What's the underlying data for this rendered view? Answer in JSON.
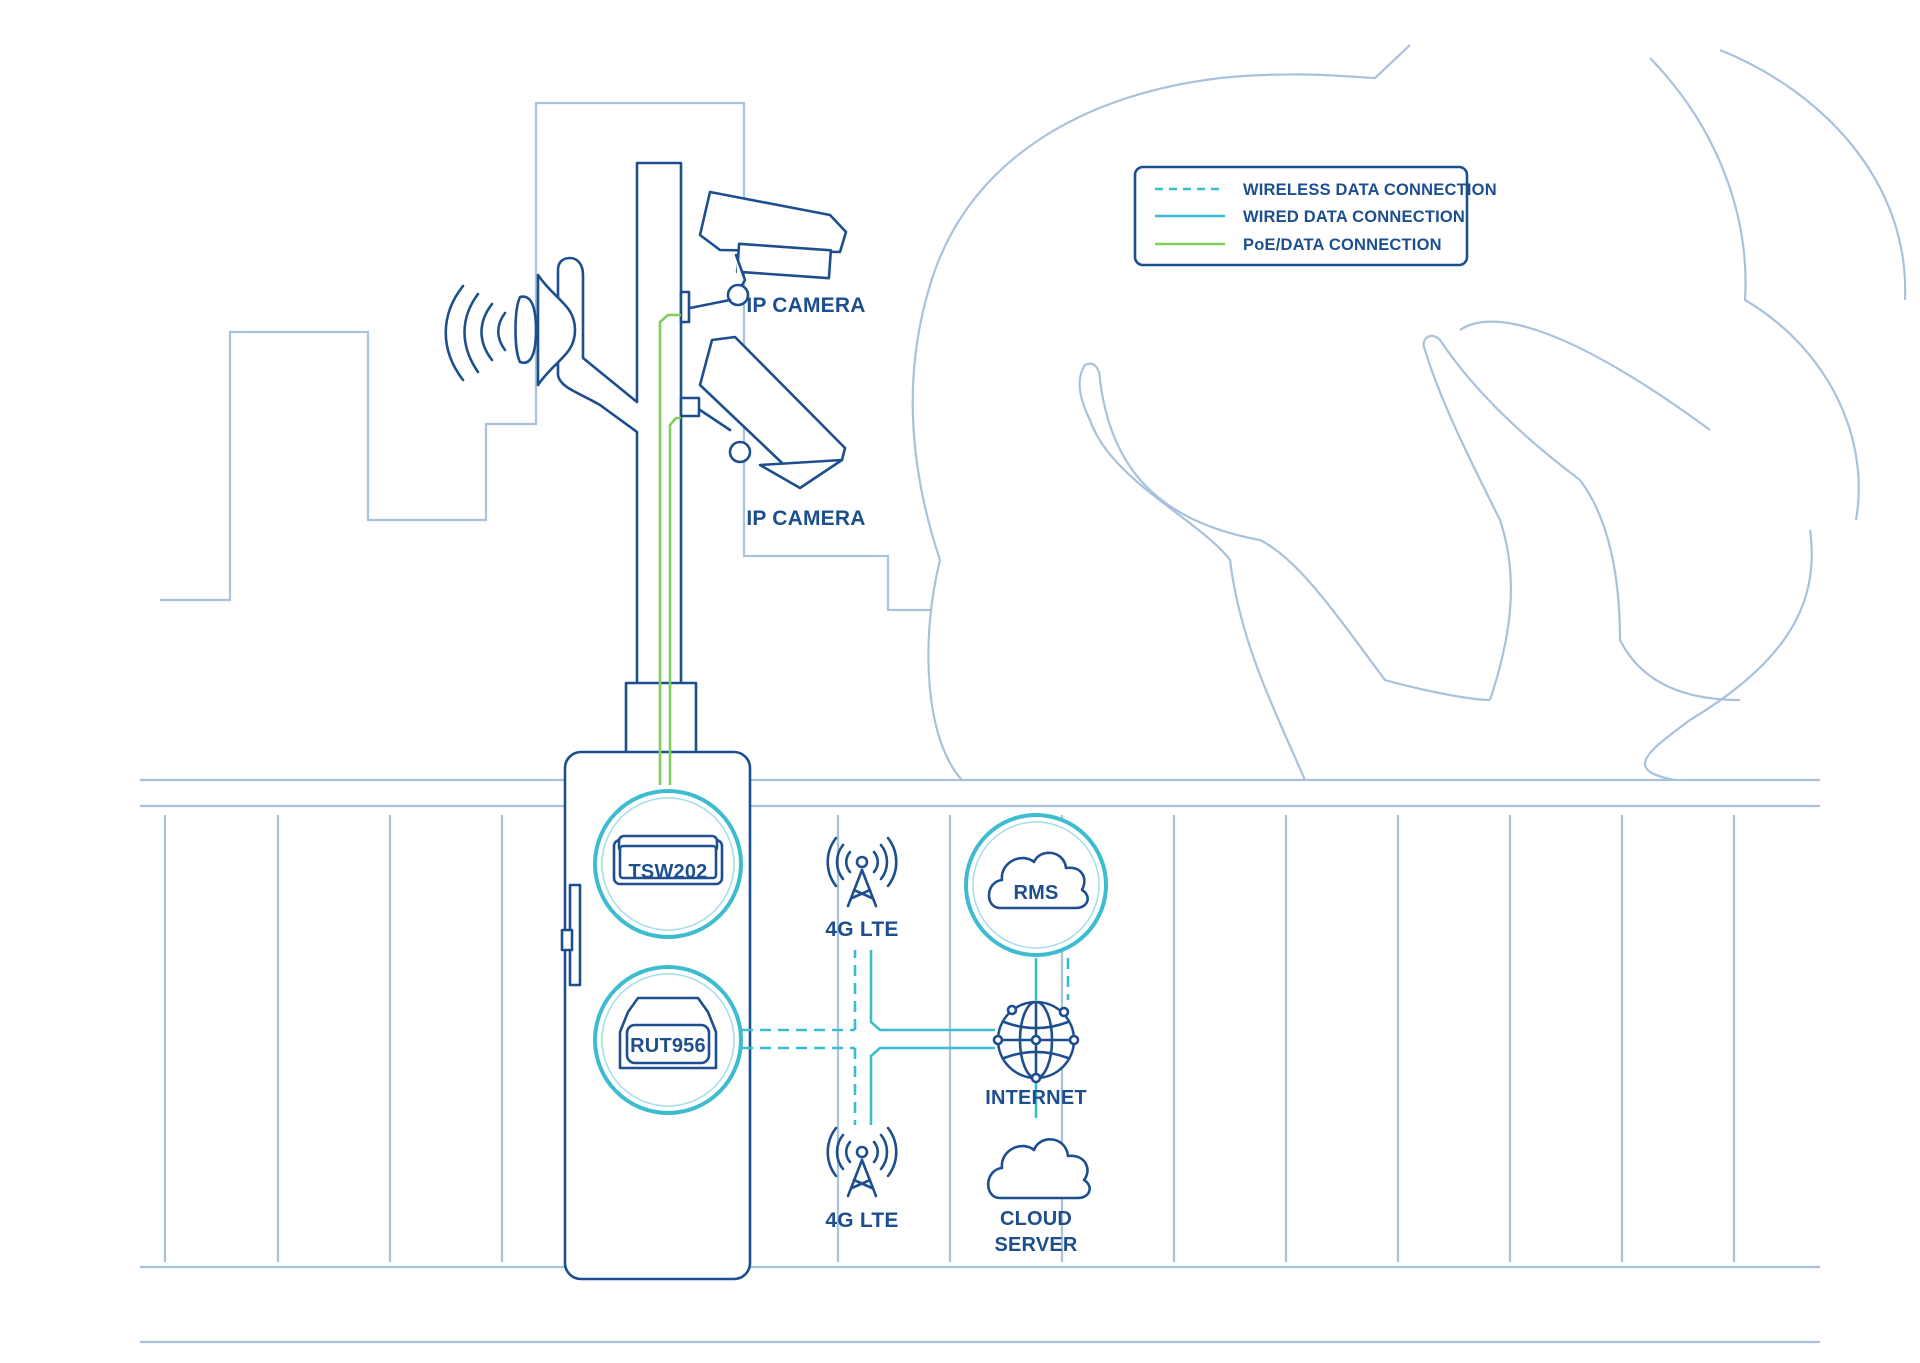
{
  "legend": {
    "wireless": "WIRELESS DATA CONNECTION",
    "wired": "WIRED DATA CONNECTION",
    "poe": "PoE/DATA CONNECTION"
  },
  "labels": {
    "ip_camera_1": "IP CAMERA",
    "ip_camera_2": "IP CAMERA",
    "tsw202": "TSW202",
    "rut956": "RUT956",
    "lte_top": "4G LTE",
    "lte_bottom": "4G LTE",
    "rms": "RMS",
    "internet": "INTERNET",
    "cloud_server_line1": "CLOUD",
    "cloud_server_line2": "SERVER"
  },
  "colors": {
    "device_stroke": "#1d4f8f",
    "background_stroke": "#a9c2dc",
    "wireless_line": "#3dbcd0",
    "wired_line": "#3dbcd0",
    "poe_line": "#7fcf5a",
    "halo": "#3dbcd0"
  }
}
